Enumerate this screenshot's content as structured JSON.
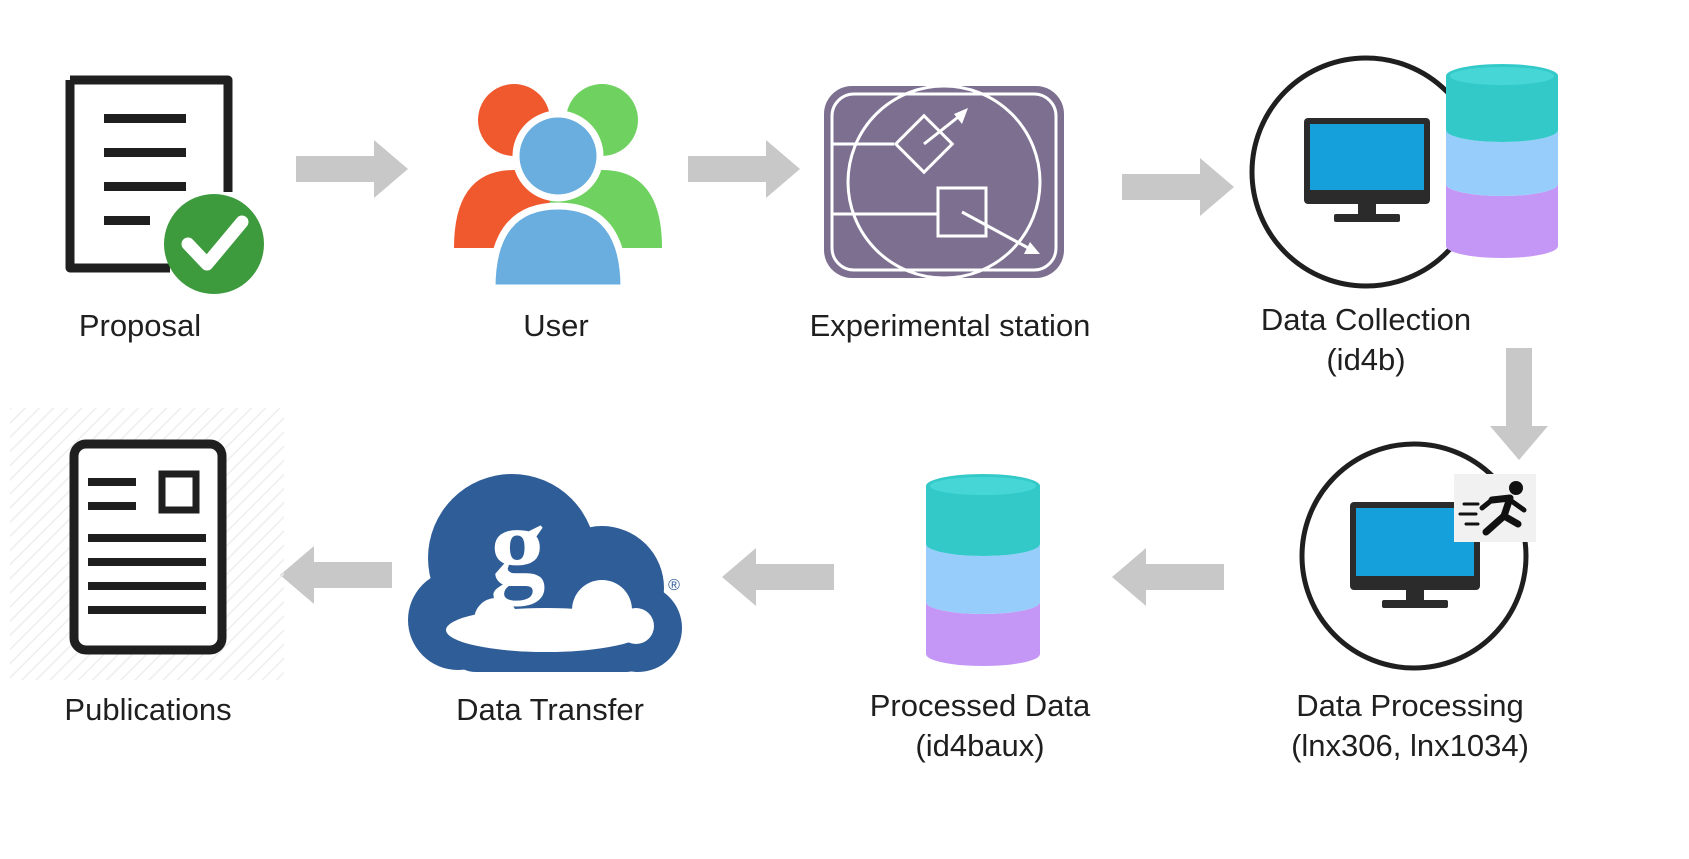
{
  "nodes": {
    "proposal": {
      "label": "Proposal"
    },
    "user": {
      "label": "User"
    },
    "station": {
      "label": "Experimental station"
    },
    "collection": {
      "label_line1": "Data Collection",
      "label_line2": "(id4b)"
    },
    "processing": {
      "label_line1": "Data Processing",
      "label_line2": "(lnx306, lnx1034)"
    },
    "processed": {
      "label_line1": "Processed Data",
      "label_line2": "(id4baux)"
    },
    "transfer": {
      "label": "Data Transfer",
      "logo_letter": "g",
      "registered_mark": "®"
    },
    "publications": {
      "label": "Publications"
    }
  },
  "flow": [
    "Proposal",
    "User",
    "Experimental station",
    "Data Collection",
    "Data Processing",
    "Processed Data",
    "Data Transfer",
    "Publications"
  ],
  "colors": {
    "arrow": "#c8c8c8",
    "icon_dark": "#1f1f1f",
    "check_green": "#3d9a3d",
    "user_orange": "#f0582e",
    "user_green": "#6fd160",
    "user_blue": "#6aaee0",
    "station_purple": "#7c6f90",
    "db_teal": "#33c9c9",
    "db_blue": "#97cdfa",
    "db_purple": "#c496f5",
    "monitor_blue": "#159fdb",
    "globus_blue": "#2f5d97"
  }
}
